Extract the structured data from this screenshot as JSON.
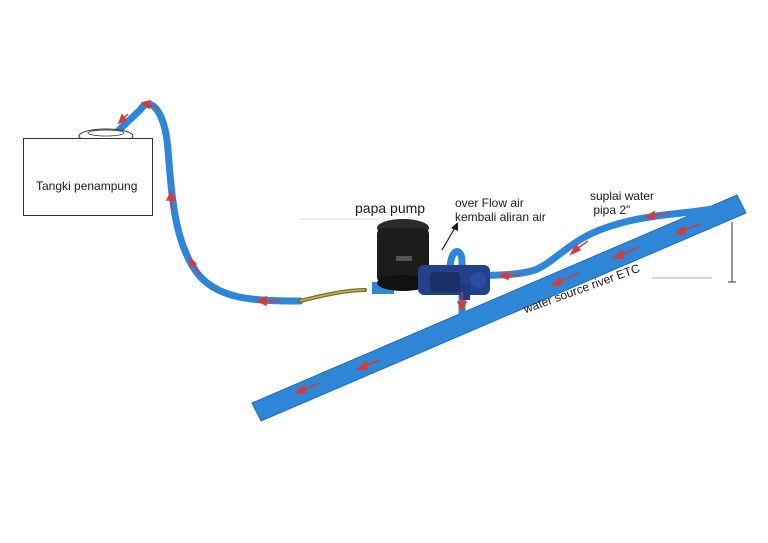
{
  "tank": {
    "label": "Tangki penampung"
  },
  "pump": {
    "label": "papa pump"
  },
  "overflow": {
    "line1": "over Flow air",
    "line2": "kembali aliran air"
  },
  "supply": {
    "line1": "suplai water",
    "line2": " pipa 2\""
  },
  "river": {
    "label": "water source river ETC"
  },
  "colors": {
    "pipe": "#2e86d6",
    "pipe_dark": "#1f6fb8",
    "flow_arrow": "#d63a3a",
    "pump_body": "#1c1c1c",
    "pump_base": "#23408a",
    "hose": "#7a6a2a"
  }
}
